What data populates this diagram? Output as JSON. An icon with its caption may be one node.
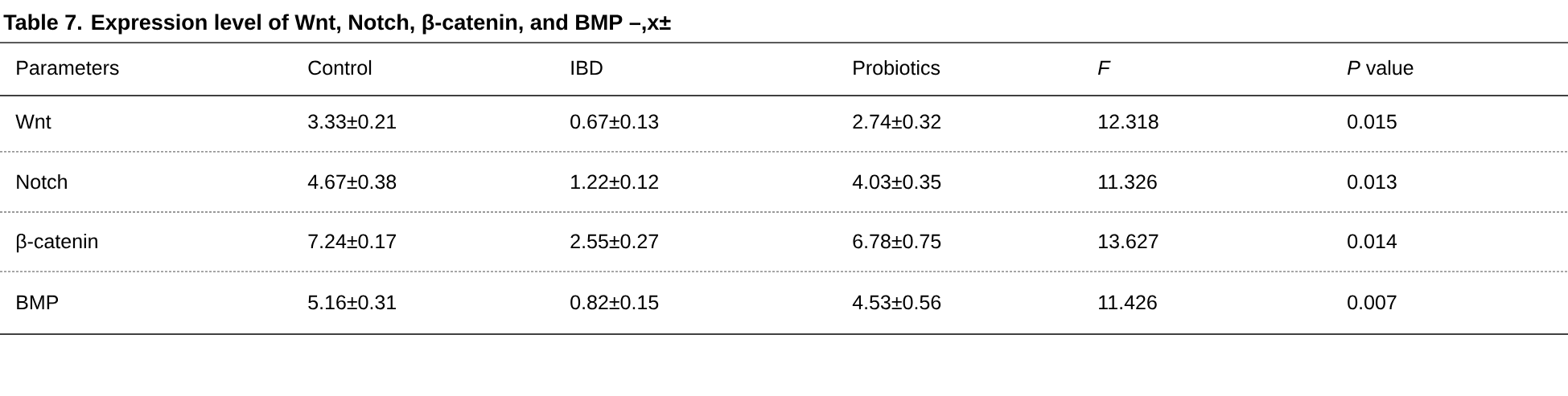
{
  "diagram": {
    "title": "Table 7. Expression level of Wnt, Notch, β-catenin, and BMP –,x±",
    "labels": [
      "Parameters",
      "Control",
      "IBD",
      "Probiotics",
      "F",
      "*P* value",
      "Wnt",
      "3.33±0.21",
      "0.67±0.13",
      "2.74±0.32",
      "12.318",
      "0.015",
      "Notch",
      "4.67±0.38",
      "1.22±0.12",
      "4.03±0.35",
      "11.326",
      "0.013",
      "β-catenin",
      "7.24±0.17",
      "2.55±0.27",
      "6.78±0.75",
      "13.627",
      "0.014",
      "BMP",
      "5.16±0.31",
      "0.82±0.15",
      "4.53±0.56",
      "11.426",
      "0.007"
    ]
  }
}
